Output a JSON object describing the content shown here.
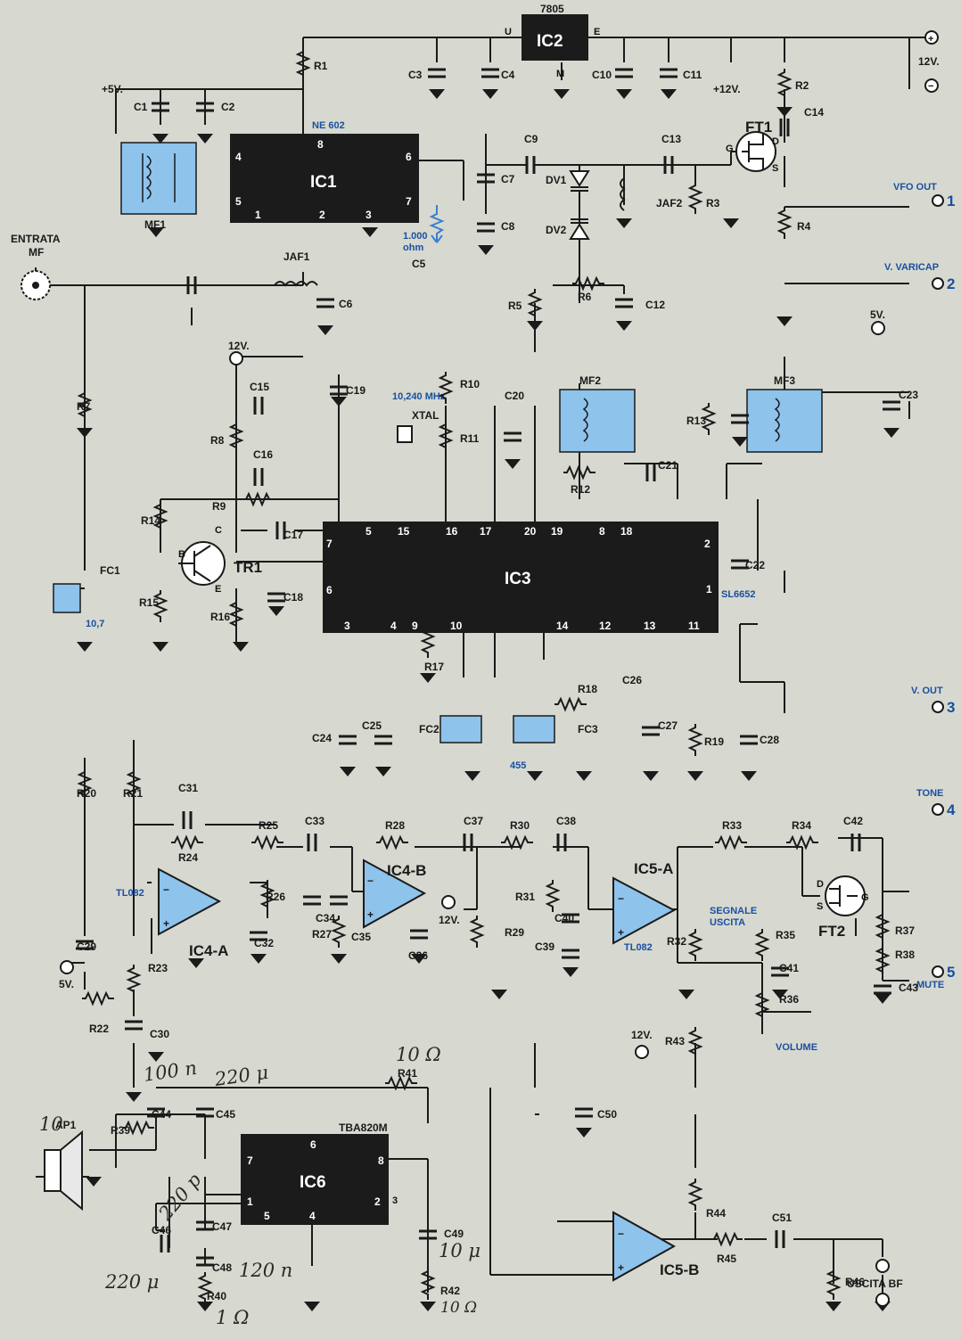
{
  "components": {
    "ics": {
      "ic1": {
        "name": "IC1",
        "part": "NE 602",
        "pins": [
          "8",
          "4",
          "6",
          "5",
          "7",
          "1",
          "2",
          "3"
        ]
      },
      "ic2": {
        "name": "IC2",
        "part": "7805",
        "pins": [
          "U",
          "E",
          "M"
        ]
      },
      "ic3": {
        "name": "IC3",
        "part": "SL6652",
        "pins_top": [
          "5",
          "15",
          "16",
          "17",
          "20",
          "19",
          "8",
          "18",
          "2"
        ],
        "pins_left": [
          "7",
          "6"
        ],
        "pins_bottom": [
          "3",
          "4",
          "9",
          "10",
          "14",
          "12",
          "13",
          "11"
        ],
        "pins_right": [
          "1"
        ]
      },
      "ic6": {
        "name": "IC6",
        "part": "TBA820M",
        "pins": [
          "6",
          "7",
          "1",
          "5",
          "4",
          "2",
          "8",
          "3"
        ]
      },
      "ic4a": {
        "name": "IC4-A",
        "part": "TL082"
      },
      "ic4b": {
        "name": "IC4-B"
      },
      "ic5a": {
        "name": "IC5-A",
        "part": "TL082"
      },
      "ic5b": {
        "name": "IC5-B"
      }
    },
    "transistors": {
      "tr1": "TR1",
      "ft1": "FT1",
      "ft2": "FT2",
      "pin_b": "B",
      "pin_c": "C",
      "pin_e": "E",
      "pin_d": "D",
      "pin_s": "S",
      "pin_g": "G"
    },
    "resistors": [
      "R1",
      "R2",
      "R3",
      "R4",
      "R5",
      "R6",
      "R7",
      "R8",
      "R9",
      "R10",
      "R11",
      "R12",
      "R13",
      "R14",
      "R15",
      "R16",
      "R17",
      "R18",
      "R19",
      "R20",
      "R21",
      "R22",
      "R23",
      "R24",
      "R25",
      "R26",
      "R27",
      "R28",
      "R29",
      "R30",
      "R31",
      "R32",
      "R33",
      "R34",
      "R35",
      "R36",
      "R37",
      "R38",
      "R39",
      "R40",
      "R41",
      "R42",
      "R43",
      "R44",
      "R45",
      "R46"
    ],
    "capacitors": [
      "C1",
      "C2",
      "C3",
      "C4",
      "C5",
      "C6",
      "C7",
      "C8",
      "C9",
      "C10",
      "C11",
      "C12",
      "C13",
      "C14",
      "C15",
      "C16",
      "C17",
      "C18",
      "C19",
      "C20",
      "C21",
      "C22",
      "C23",
      "C24",
      "C25",
      "C26",
      "C27",
      "C28",
      "C29",
      "C30",
      "C31",
      "C32",
      "C33",
      "C34",
      "C35",
      "C36",
      "C37",
      "C38",
      "C39",
      "C40",
      "C41",
      "C42",
      "C43",
      "C44",
      "C45",
      "C46",
      "C47",
      "C48",
      "C49",
      "C50",
      "C51"
    ],
    "others": {
      "mf1": "MF1",
      "mf2": "MF2",
      "mf3": "MF3",
      "jaf1": "JAF1",
      "jaf2": "JAF2",
      "dv1": "DV1",
      "dv2": "DV2",
      "xtal": "XTAL",
      "xtal_freq": "10,240 MHz",
      "fc1": "FC1",
      "fc1_val": "10,7",
      "fc2": "FC2",
      "fc3": "FC3",
      "fc3_val": "455",
      "ap1": "AP1",
      "res_1000_a": "1.000",
      "res_1000_b": "ohm"
    }
  },
  "supply_labels": {
    "v5": "+5V.",
    "v12": "+12V.",
    "v12b": "12V.",
    "v5b": "5V.",
    "v12c": "12V.",
    "v5c": "5V.",
    "v12d": "12V.",
    "v12e": "12V.",
    "v12_term": "12V."
  },
  "ports": [
    {
      "num": "1",
      "label": "VFO OUT"
    },
    {
      "num": "2",
      "label": "V. VARICAP"
    },
    {
      "num": "3",
      "label": "V. OUT"
    },
    {
      "num": "4",
      "label": "TONE"
    },
    {
      "num": "5",
      "label": "MUTE"
    }
  ],
  "io_labels": {
    "entrata": "ENTRATA",
    "mf": "MF",
    "segnale": "SEGNALE",
    "uscita": "USCITA",
    "volume": "VOLUME",
    "uscita_bf": "USCITA BF"
  },
  "handwritten": [
    "100 n",
    "220 μ",
    "10 Ω",
    "10",
    "220 p",
    "10 μ",
    "120 n",
    "220 μ",
    "1 Ω",
    "10 Ω"
  ]
}
